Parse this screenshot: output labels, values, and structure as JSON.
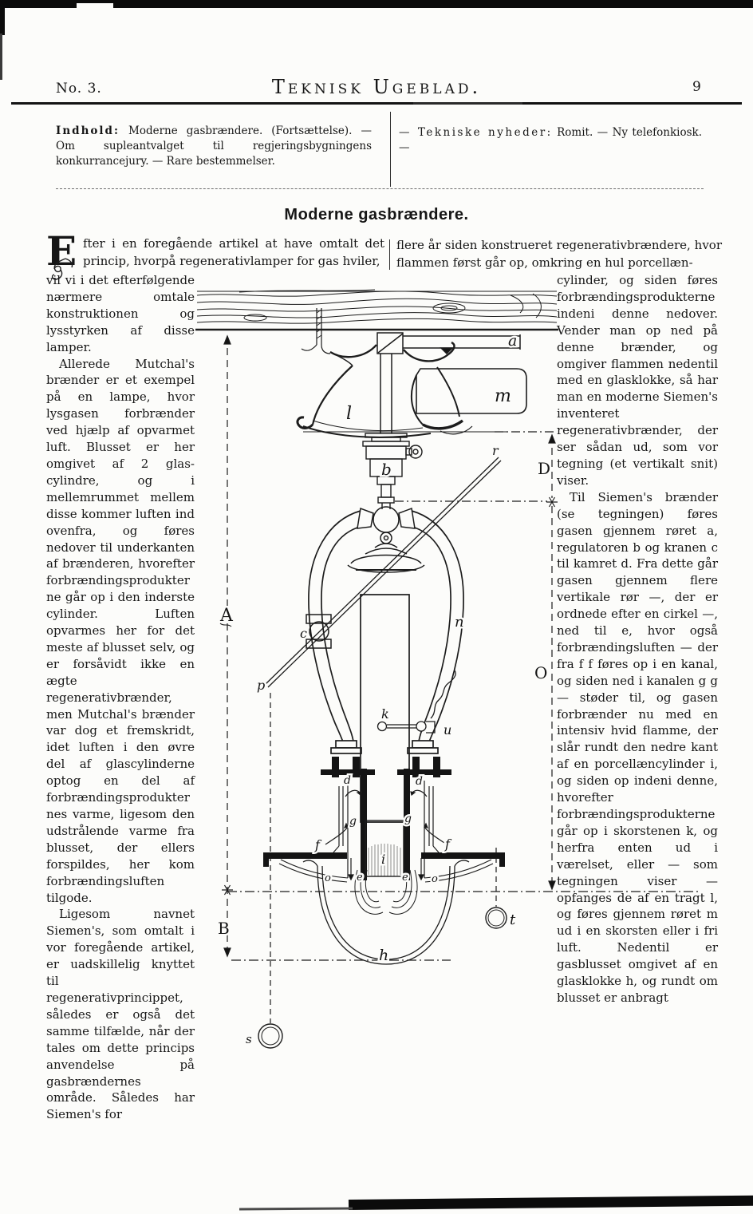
{
  "header": {
    "issue": "No. 3.",
    "masthead_word1": "Teknisk",
    "masthead_word2": "Ugeblad.",
    "page_number": "9"
  },
  "contents": {
    "label": "Indhold:",
    "left_text": " Moderne gasbrændere. (Fortsættelse). — Om supleantvalget til regjeringsbygningens konkurrancejury. — Rare bestemmelser.",
    "right_label": "— Tekniske nyheder:",
    "right_text": " Romit. — Ny telefonkiosk. —"
  },
  "article": {
    "title": "Moderne gasbrændere.",
    "dropcap": "E",
    "intro_left": "fter i en foregående artikel at have omtalt det princip, hvorpå regenerativlamper for gas hviler,",
    "intro_right": "flere år siden konstrueret regenerativbrændere, hvor flammen først går op, omkring en hul porcellæn-",
    "left_column": {
      "p1": "vil vi i det efterfølgende nærmere omtale konstruktionen og lysstyrken af disse lamper.",
      "p2": "Allerede Mutchal's brænder er et exempel på en lampe, hvor lysgasen forbrænder ved hjælp af opvarmet luft. Blusset er her omgivet af 2 glas-cylindre, og i mellemrummet mellem disse kommer luften ind ovenfra, og føres nedover til underkanten af brænderen, hvorefter forbrændingsprodukterne går op i den inderste cylinder. Luften opvarmes her for det meste af blusset selv, og er forsåvidt ikke en ægte regenerativbrænder, men Mutchal's brænder var dog et fremskridt, idet luften i den øvre del af glascylinderne optog en del af forbrændingsprodukternes varme, ligesom den udstrålende varme fra blusset, der ellers forspildes, her kom forbrændingsluften tilgode.",
      "p3": "Ligesom navnet Siemen's, som omtalt i vor foregående artikel, er uadskillelig knyttet til regenerativprincippet, således er også det samme tilfælde, når der tales om dette princips anvendelse på gasbrændernes område. Således har Siemen's for"
    },
    "right_column": {
      "p1": "cylinder, og siden føres forbrændingsprodukterne indeni denne nedover. Vender man op ned på denne brænder, og omgiver flammen nedentil med en glasklokke, så har man en moderne Siemen's inventeret regenerativbrænder, der ser sådan ud, som vor tegning (et vertikalt snit) viser.",
      "p2": "Til Siemen's brænder (se tegningen) føres gasen gjennem røret a, regulatoren b og kranen c til kamret d. Fra dette går gasen gjennem flere vertikale rør —, der er ordnede efter en cirkel —, ned til e, hvor også forbrændingsluften — der fra f f føres op i en kanal, og siden ned i kanalen g g — støder til, og gasen forbrænder nu med en intensiv hvid flamme, der slår rundt den nedre kant af en porcellæncylinder i, og siden op indeni denne, hvorefter forbrændingsprodukterne går op i skorstenen k, og herfra enten ud i værelset, eller — som tegningen viser — opfanges de af en tragt l, og føres gjennem røret m ud i en skorsten eller i fri luft. Nedentil er gasblusset omgivet af en glasklokke h, og rundt om blusset er anbragt"
    }
  },
  "figure": {
    "labels": {
      "a": "a",
      "b": "b",
      "c": "c",
      "d1": "d",
      "d2": "d",
      "e1": "e",
      "e2": "e",
      "f1": "f",
      "f2": "f",
      "g1": "g",
      "g2": "g",
      "h": "h",
      "i": "i",
      "k": "k",
      "l": "l",
      "m": "m",
      "n": "n",
      "o1": "o",
      "o2": "o",
      "p": "p",
      "r": "r",
      "s": "s",
      "t": "t",
      "u": "u",
      "A": "A",
      "B": "B",
      "D": "D",
      "O": "O"
    }
  },
  "colors": {
    "paper": "#fcfcfa",
    "ink": "#161616"
  }
}
